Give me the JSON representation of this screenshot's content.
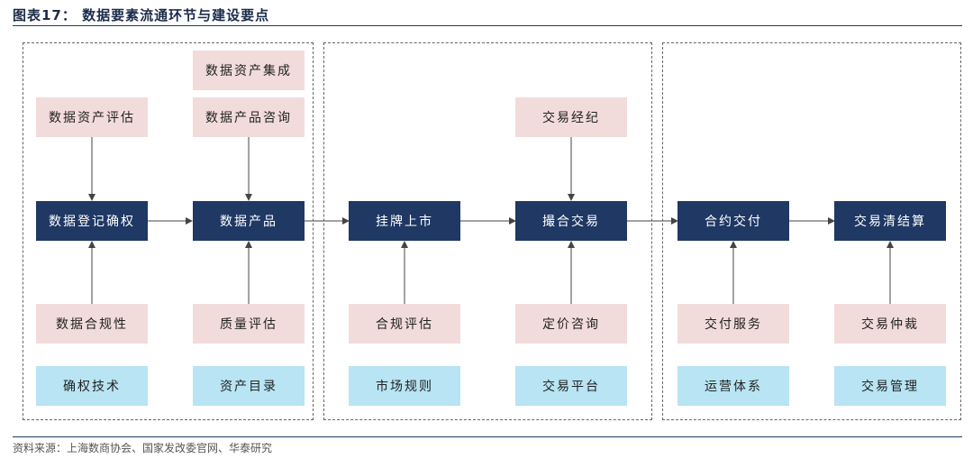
{
  "header": {
    "title": "图表17：  数据要素流通环节与建设要点"
  },
  "footer": {
    "source": "资料来源：上海数商协会、国家发改委官网、华泰研究"
  },
  "nodes": {
    "data_asset_integration": "数据资产集成",
    "data_asset_evaluation": "数据资产评估",
    "data_product_consulting": "数据产品咨询",
    "data_registration_rights": "数据登记确权",
    "data_product": "数据产品",
    "listing": "挂牌上市",
    "matchmaking": "撮合交易",
    "contract_delivery": "合约交付",
    "settlement": "交易清结算",
    "trade_brokerage": "交易经纪",
    "data_compliance": "数据合规性",
    "quality_evaluation": "质量评估",
    "compliance_evaluation": "合规评估",
    "pricing_consulting": "定价咨询",
    "delivery_service": "交付服务",
    "arbitration": "交易仲裁",
    "rights_tech": "确权技术",
    "asset_catalog": "资产目录",
    "market_rules": "市场规则",
    "trading_platform": "交易平台",
    "operation_system": "运营体系",
    "trade_management": "交易管理"
  }
}
